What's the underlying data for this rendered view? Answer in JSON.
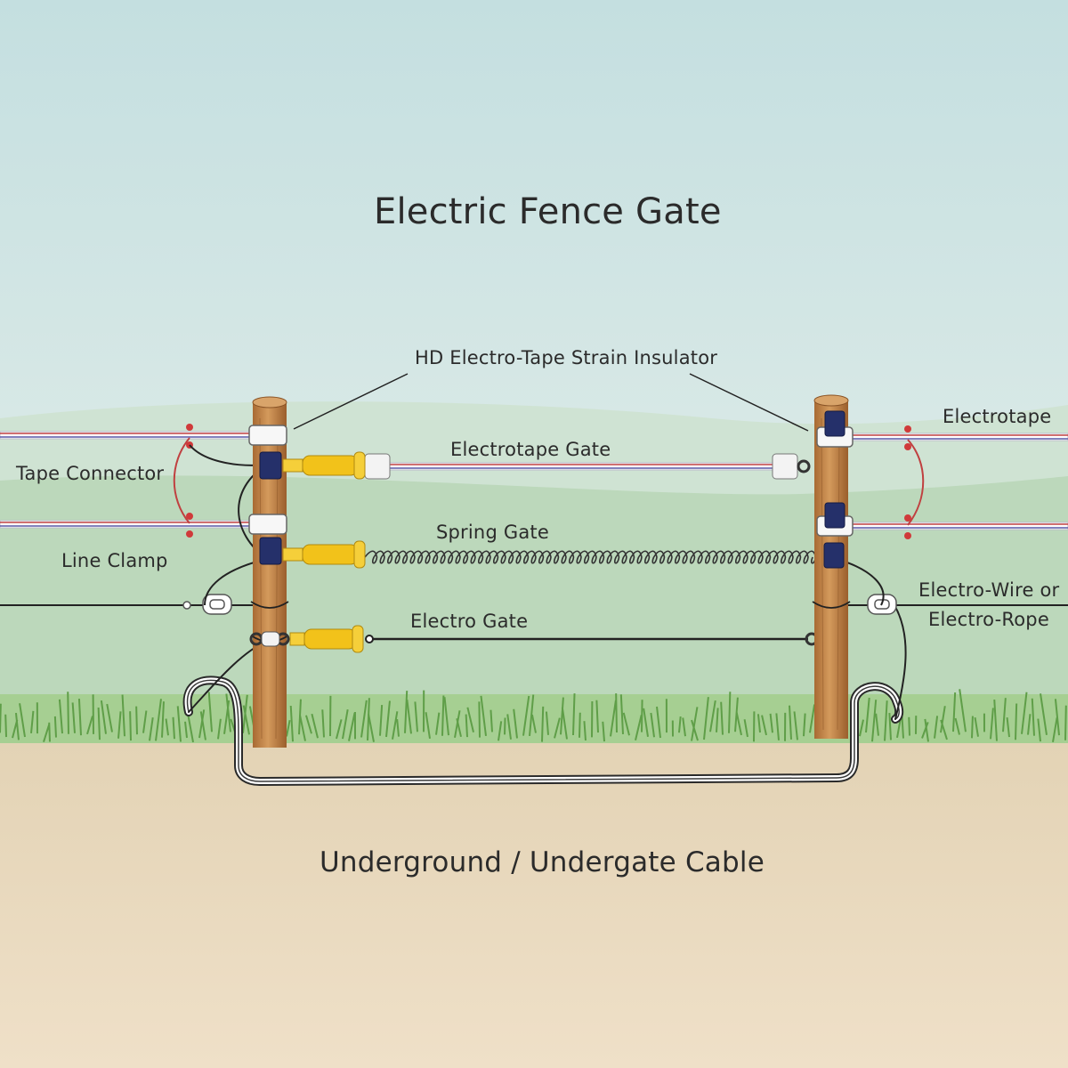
{
  "title": "Electric Fence Gate",
  "labels": {
    "strain_insulator": "HD Electro-Tape Strain Insulator",
    "electrotape": "Electrotape",
    "tape_connector": "Tape Connector",
    "electrotape_gate": "Electrotape Gate",
    "spring_gate": "Spring Gate",
    "line_clamp": "Line Clamp",
    "electro_gate": "Electro Gate",
    "electro_wire_line1": "Electro-Wire or",
    "electro_wire_line2": "Electro-Rope",
    "underground_cable": "Underground / Undergate Cable"
  },
  "colors": {
    "sky_top": "#c4dfe0",
    "sky_bottom": "#e4eeea",
    "hill_far": "#c8dfcf",
    "hill_near": "#b9d6b7",
    "grass": "#9fca8a",
    "soil": "#ead9bd",
    "post": "#c98d4f",
    "tape_red": "#c04040",
    "tape_blue": "#5a5aa8",
    "handle_yellow": "#f2c21a",
    "insulator_navy": "#25306a",
    "wire": "#222222"
  }
}
